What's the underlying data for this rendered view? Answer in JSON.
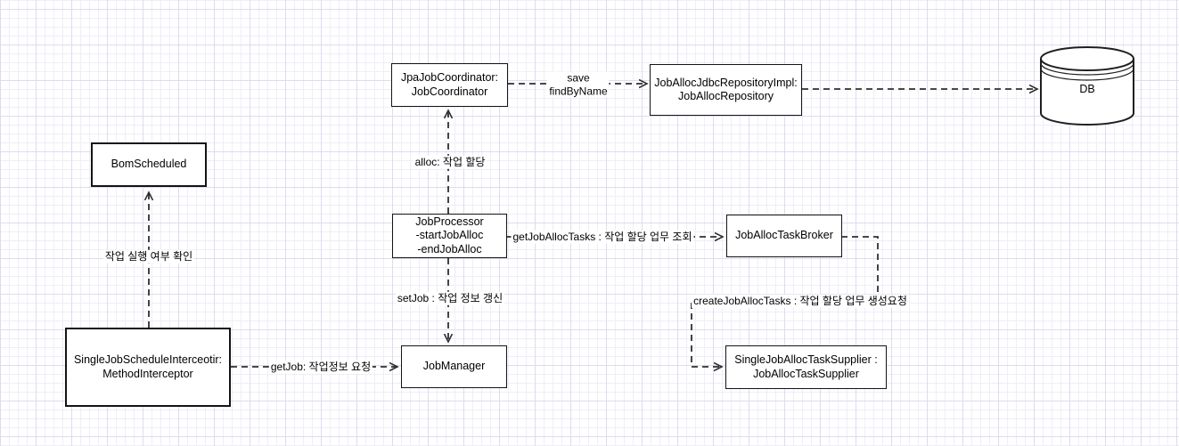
{
  "diagram": {
    "title": "job scheduling architecture diagram",
    "nodes": {
      "jpaJobCoordinator": {
        "line1": "JpaJobCoordinator:",
        "line2": "JobCoordinator"
      },
      "jobAllocRepository": {
        "line1": "JobAllocJdbcRepositoryImpl:",
        "line2": "JobAllocRepository"
      },
      "db": {
        "label": "DB"
      },
      "jobProcessor": {
        "line1": "JobProcessor",
        "line2": "-startJobAlloc",
        "line3": "-endJobAlloc"
      },
      "jobAllocTaskBroker": {
        "label": "JobAllocTaskBroker"
      },
      "singleJobAllocTaskSupplier": {
        "line1": "SingleJobAllocTaskSupplier :",
        "line2": "JobAllocTaskSupplier"
      },
      "jobManager": {
        "label": "JobManager"
      },
      "bomScheduled": {
        "label": "BomScheduled"
      },
      "singleJobScheduleInterceptor": {
        "line1": "SingleJobScheduleInterceotir:",
        "line2": "MethodInterceptor"
      }
    },
    "edge_labels": {
      "save": {
        "line1": "save",
        "line2": "findByName"
      },
      "alloc": "alloc: 작업 할당",
      "getJobAllocTasks": "getJobAllocTasks : 작업 할당 업무 조회",
      "createJobAllocTasks": "createJobAllocTasks : 작업 할당 업무 생성요청",
      "setJob": "setJob : 작업 정보 갱신",
      "getJob": "getJob: 작업정보 요청",
      "checkExecution": "작업 실행 여부 확인"
    },
    "colors": {
      "background": "#ffffff",
      "grid_minor": "#efedf9",
      "grid_major": "#dedbf0",
      "node_fill": "#ffffff",
      "node_border": "#141414",
      "edge_stroke": "#2f2f2f",
      "text": "#000000"
    }
  }
}
